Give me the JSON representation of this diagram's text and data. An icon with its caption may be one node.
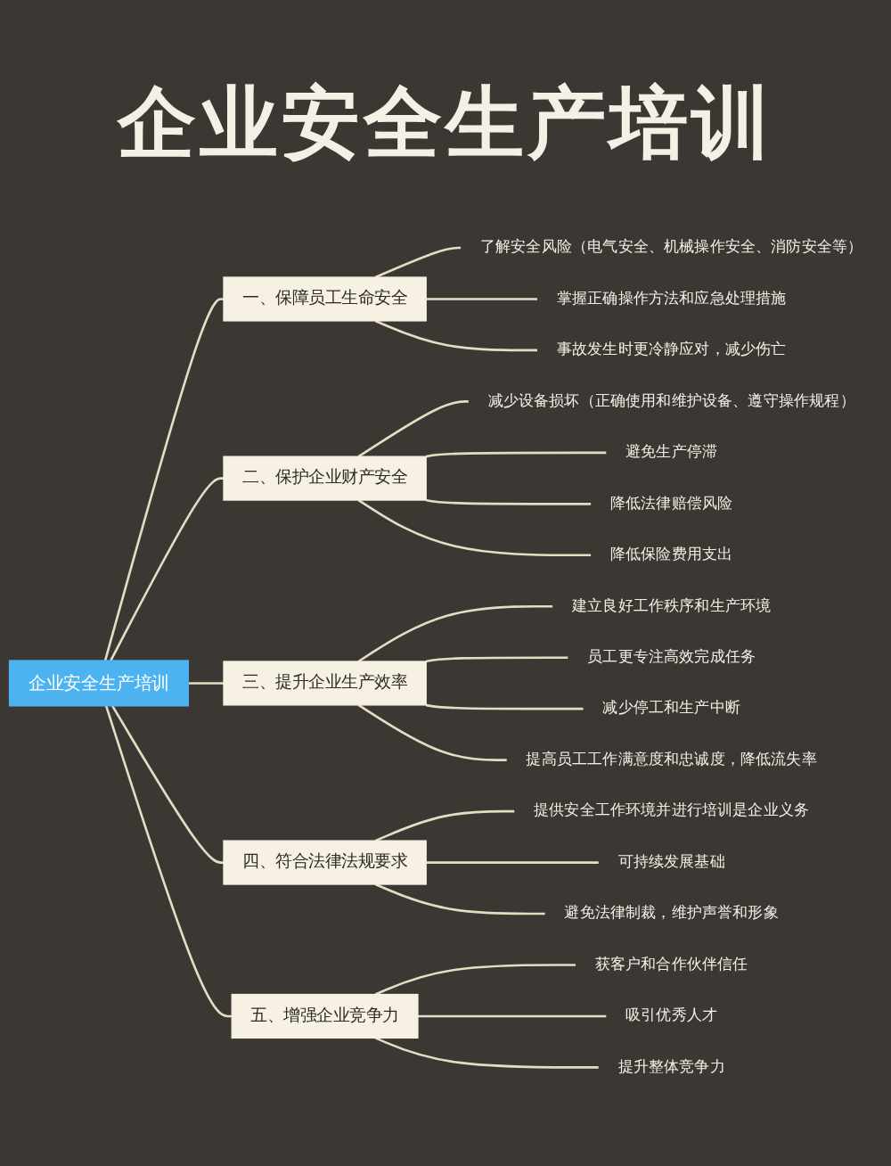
{
  "diagram": {
    "title": "企业安全生产培训",
    "nodes": [
      {
        "text": [
          "企业安全生产培训"
        ]
      },
      {
        "text": [
          "一、保障员工生命安全"
        ]
      },
      {
        "text": [
          "了解安全风险（电气安全、机械操作安全、消防安全等）"
        ]
      },
      {
        "text": [
          "掌握正确操作方法和应急处理措施"
        ]
      },
      {
        "text": [
          "事故发生时更冷静应对，减少伤亡"
        ]
      },
      {
        "text": [
          "二、保护企业财产安全"
        ]
      },
      {
        "text": [
          "减少设备损坏（正确使用和维护设备、遵守操作规程）"
        ]
      },
      {
        "text": [
          "避免生产停滞"
        ]
      },
      {
        "text": [
          "降低法律赔偿风险"
        ]
      },
      {
        "text": [
          "降低保险费用支出"
        ]
      },
      {
        "text": [
          "三、提升企业生产效率"
        ]
      },
      {
        "text": [
          "建立良好工作秩序和生产环境"
        ]
      },
      {
        "text": [
          "员工更专注高效完成任务"
        ]
      },
      {
        "text": [
          "减少停工和生产中断"
        ]
      },
      {
        "text": [
          "提高员工工作满意度和忠诚度，降低流失率"
        ]
      },
      {
        "text": [
          "四、符合法律法规要求"
        ]
      },
      {
        "text": [
          "提供安全工作环境并进行培训是企业义务"
        ]
      },
      {
        "text": [
          "可持续发展基础"
        ]
      },
      {
        "text": [
          "避免法律制裁，维护声誉和形象"
        ]
      },
      {
        "text": [
          "五、增强企业竞争力"
        ]
      },
      {
        "text": [
          "获客户和合作伙伴信任"
        ]
      },
      {
        "text": [
          "吸引优秀人才"
        ]
      },
      {
        "text": [
          "提升整体竞争力"
        ]
      }
    ],
    "edges": [
      {
        "from": 0,
        "to": 1,
        "arrow": "none"
      },
      {
        "from": 1,
        "to": 2,
        "arrow": "none"
      },
      {
        "from": 1,
        "to": 3,
        "arrow": "none"
      },
      {
        "from": 1,
        "to": 4,
        "arrow": "none"
      },
      {
        "from": 0,
        "to": 5,
        "arrow": "none"
      },
      {
        "from": 5,
        "to": 6,
        "arrow": "none"
      },
      {
        "from": 5,
        "to": 7,
        "arrow": "none"
      },
      {
        "from": 5,
        "to": 8,
        "arrow": "none"
      },
      {
        "from": 5,
        "to": 9,
        "arrow": "none"
      },
      {
        "from": 0,
        "to": 10,
        "arrow": "none"
      },
      {
        "from": 10,
        "to": 11,
        "arrow": "none"
      },
      {
        "from": 10,
        "to": 12,
        "arrow": "none"
      },
      {
        "from": 10,
        "to": 13,
        "arrow": "none"
      },
      {
        "from": 10,
        "to": 14,
        "arrow": "none"
      },
      {
        "from": 0,
        "to": 15,
        "arrow": "none"
      },
      {
        "from": 15,
        "to": 16,
        "arrow": "none"
      },
      {
        "from": 15,
        "to": 17,
        "arrow": "none"
      },
      {
        "from": 15,
        "to": 18,
        "arrow": "none"
      },
      {
        "from": 0,
        "to": 19,
        "arrow": "none"
      },
      {
        "from": 19,
        "to": 20,
        "arrow": "none"
      },
      {
        "from": 19,
        "to": 21,
        "arrow": "none"
      },
      {
        "from": 19,
        "to": 22,
        "arrow": "none"
      }
    ]
  }
}
